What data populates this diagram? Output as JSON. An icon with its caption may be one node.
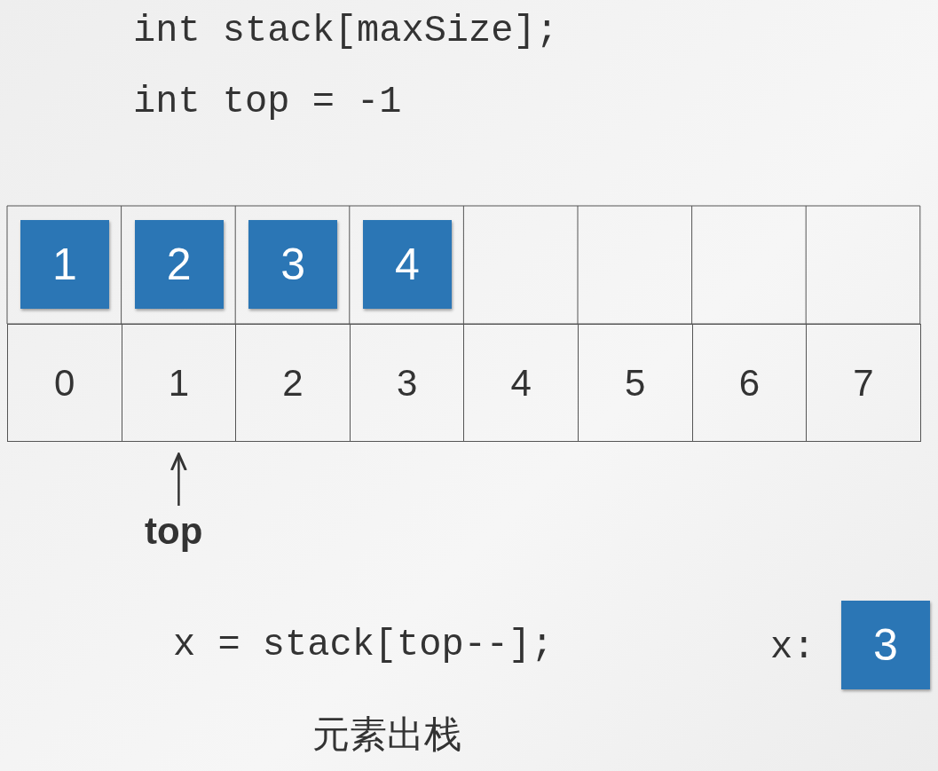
{
  "diagram": {
    "caption": "元素出栈",
    "nodes": [
      {
        "text": [
          "1"
        ]
      },
      {
        "text": [
          "2"
        ]
      },
      {
        "text": [
          "3"
        ]
      },
      {
        "text": [
          "4"
        ]
      },
      {
        "text": [
          "0"
        ]
      },
      {
        "text": [
          "1"
        ]
      },
      {
        "text": [
          "2"
        ]
      },
      {
        "text": [
          "3"
        ]
      },
      {
        "text": [
          "4"
        ]
      },
      {
        "text": [
          "5"
        ]
      },
      {
        "text": [
          "6"
        ]
      },
      {
        "text": [
          "7"
        ]
      },
      {
        "text": [
          "top"
        ]
      },
      {
        "text": [
          "3"
        ],
        "beside": [
          "x:"
        ]
      }
    ],
    "edges": [
      {
        "from": 12,
        "to": 5,
        "arrow": "to"
      }
    ],
    "labels": [
      "int stack[maxSize];",
      "int top = -1",
      "x = stack[top--];"
    ]
  }
}
